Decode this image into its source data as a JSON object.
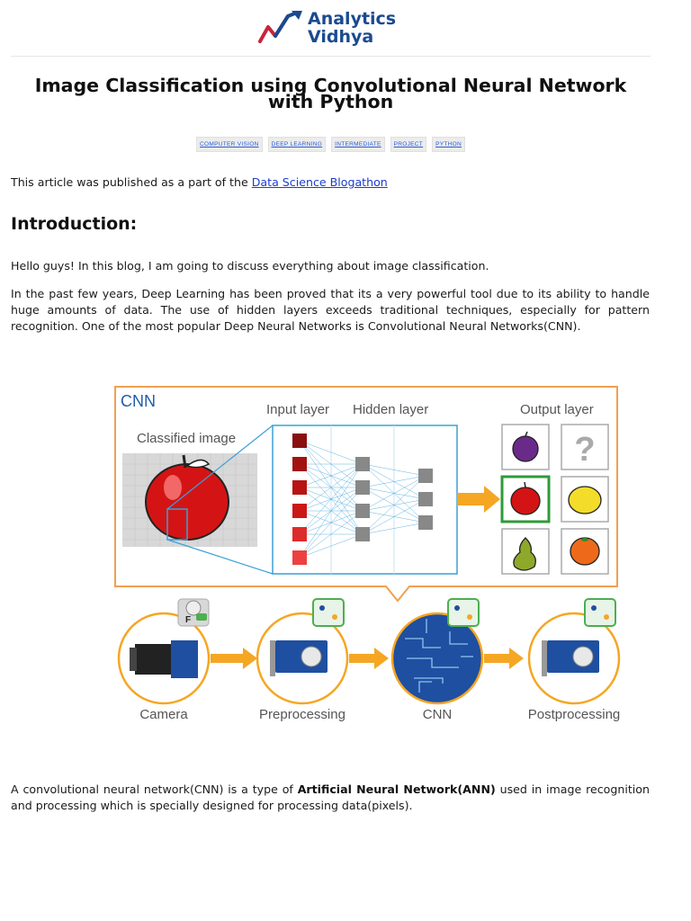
{
  "logo": {
    "line1": "Analytics",
    "line2": "Vidhya"
  },
  "article": {
    "title": "Image Classification using Convolutional Neural Network with Python",
    "tags": [
      "COMPUTER VISION",
      "DEEP LEARNING",
      "INTERMEDIATE",
      "PROJECT",
      "PYTHON"
    ],
    "publish_prefix": "This article was published as a part of the ",
    "publish_link": "Data Science Blogathon",
    "intro_heading": "Introduction:",
    "intro_p1": "Hello guys! In this blog, I am going to discuss everything about image classification.",
    "intro_p2": "In the past few years, Deep Learning has been proved that its a very powerful tool due to its ability to handle huge amounts of data. The use of hidden layers exceeds traditional techniques, especially for pattern recognition. One of the most popular Deep Neural Networks is Convolutional Neural Networks(CNN).",
    "cnn_p_prefix": "A convolutional neural network(CNN) is a type of ",
    "cnn_p_bold": "Artificial Neural Network(ANN)",
    "cnn_p_suffix": " used in image recognition and processing which is specially designed for processing data(pixels)."
  },
  "figure": {
    "box_label": "CNN",
    "input_layer": "Input layer",
    "hidden_layer": "Hidden layer",
    "output_layer": "Output layer",
    "classified_image": "Classified image",
    "unknown_symbol": "?",
    "camera_badge": "F",
    "pipeline": [
      "Camera",
      "Preprocessing",
      "CNN",
      "Postprocessing"
    ],
    "colors": {
      "accent": "#f5a623",
      "frame": "#f0a050",
      "network": "#3aa0d8",
      "input_node": "#b01818",
      "hidden_node": "#888888",
      "selected": "#2f9a3a"
    }
  }
}
